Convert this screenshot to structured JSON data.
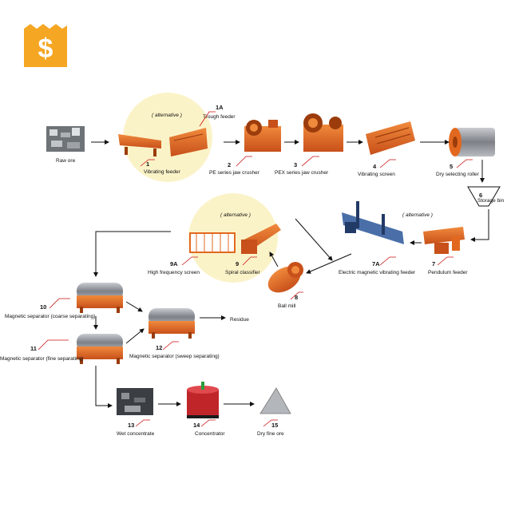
{
  "logo": {
    "symbol": "$",
    "color": "#f5a623",
    "icon": "dollar-badge-icon"
  },
  "colors": {
    "machine": "#e2681f",
    "machine_dark": "#9c3c0c",
    "steel": "#8c8f95",
    "highlight": "#fbf3c8",
    "leader": "#cc1111"
  },
  "alternative_label": "( alternative )",
  "nodes": {
    "raw_ore": {
      "label": "Raw ore"
    },
    "vibrating_feeder": {
      "num": "1",
      "label": "Vibrating feeder"
    },
    "trough_feeder": {
      "num": "1A",
      "label": "Trough feeder"
    },
    "pe_crusher": {
      "num": "2",
      "label": "PE series jaw crusher"
    },
    "pex_crusher": {
      "num": "3",
      "label": "PEX series jaw crusher"
    },
    "vibrating_screen": {
      "num": "4",
      "label": "Vibrating screen"
    },
    "dry_roller": {
      "num": "5",
      "label": "Dry selecting roller"
    },
    "storage_bin": {
      "num": "6",
      "label": "Storage bin"
    },
    "pendulum_feeder": {
      "num": "7",
      "label": "Pendulum feeder"
    },
    "em_feeder": {
      "num": "7A",
      "label": "Electric magnetic vibrating feeder"
    },
    "ball_mill": {
      "num": "8",
      "label": "Ball mill"
    },
    "spiral_classifier": {
      "num": "9",
      "label": "Spiral classifier"
    },
    "hf_screen": {
      "num": "9A",
      "label": "High frequency  screen"
    },
    "mag_coarse": {
      "num": "10",
      "label": "Magnetic separator (coarse separating)"
    },
    "mag_fine": {
      "num": "11",
      "label": "Magnetic separator (fine separating)"
    },
    "mag_sweep": {
      "num": "12",
      "label": "Magnetic separator (sweep separating)"
    },
    "residue": {
      "label": "Residue"
    },
    "wet_concentrate": {
      "num": "13",
      "label": "Wet concentrate"
    },
    "concentrator": {
      "num": "14",
      "label": "Concentrator"
    },
    "dry_fine_ore": {
      "num": "15",
      "label": "Dry fine ore"
    }
  }
}
